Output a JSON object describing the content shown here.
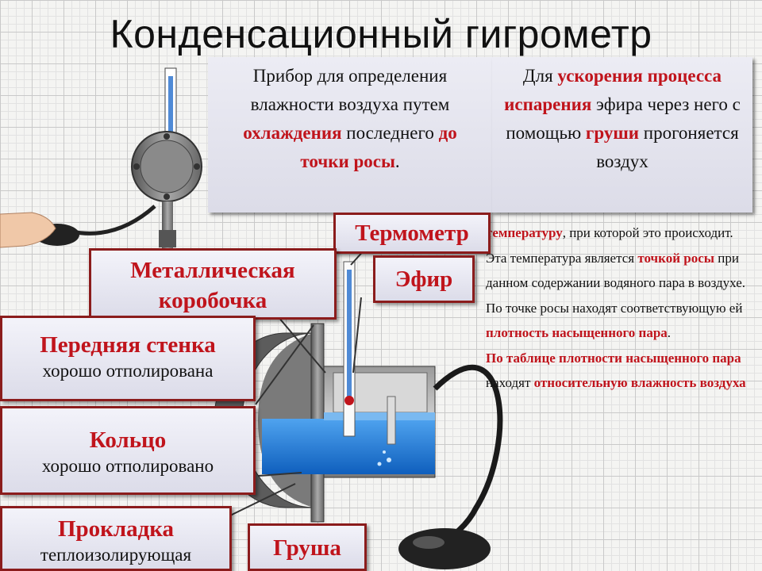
{
  "title": "Конденсационный гигрометр",
  "top_left_box": {
    "part1": "Прибор для определения влажности воздуха путем ",
    "highlight1": "охлаждения",
    "part2": " последнего ",
    "highlight2": "до точки росы",
    "part3": "."
  },
  "top_right_box": {
    "part1": "Для ",
    "highlight1": "ускорения процесса испарения",
    "part2": " эфира через него с помощью ",
    "highlight2": "груши",
    "part3": " прогоняется воздух"
  },
  "bullets": {
    "b1_partial": "/",
    "b2_hl": "температуру",
    "b2_rest": ", при которой это происходит.",
    "b3_a": "Эта температура является ",
    "b3_hl": "точкой росы",
    "b3_b": " при данном содержании водяного пара в воздухе.",
    "b4_a": "По точке росы находят соответствующую ей ",
    "b4_hl": "плотность насыщенного пара",
    "b4_b": ".",
    "b5_hl": "По таблице плотности",
    "b5_hl2": "насыщенного пара",
    "b5_a": " находят ",
    "b5_hl3": "относительную влажность воздуха"
  },
  "labels": {
    "thermometer": "Термометр",
    "ether": "Эфир",
    "metal_box": "Металлическая коробочка",
    "front_wall_head": "Передняя стенка",
    "front_wall_sub": "хорошо отполирована",
    "ring_head": "Кольцо",
    "ring_sub": "хорошо отполировано",
    "gasket_head": "Прокладка",
    "gasket_sub": "теплоизолирующая",
    "bulb": "Груша"
  },
  "colors": {
    "accent_red": "#c0141c",
    "callout_border": "#8b1c1c",
    "ether_blue": "#1a78d8"
  }
}
